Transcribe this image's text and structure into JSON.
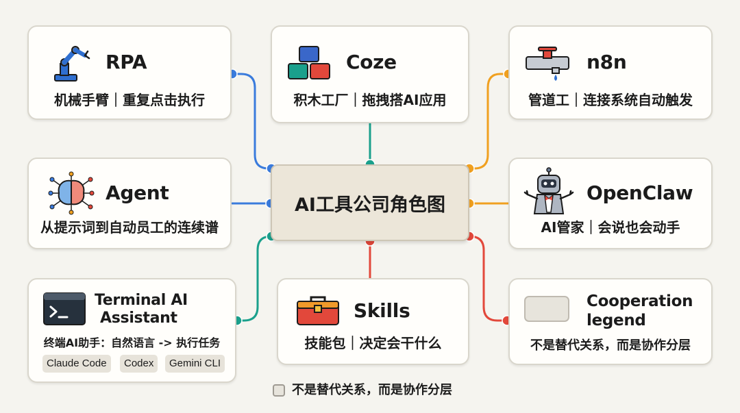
{
  "center": {
    "label": "AI工具公司角色图"
  },
  "cards": {
    "rpa": {
      "title": "RPA",
      "sub": "机械手臂｜重复点击执行"
    },
    "coze": {
      "title": "Coze",
      "sub": "积木工厂｜拖拽搭AI应用"
    },
    "n8n": {
      "title": "n8n",
      "sub": "管道工｜连接系统自动触发"
    },
    "agent": {
      "title": "Agent",
      "sub": "从提示词到自动员工的连续谱"
    },
    "openclaw": {
      "title": "OpenClaw",
      "sub": "AI管家｜会说也会动手"
    },
    "terminal": {
      "title_line1": "Terminal AI",
      "title_line2": "Assistant",
      "sub": "终端AI助手：自然语言 -> 执行任务",
      "tags": [
        "Claude Code",
        "Codex",
        "Gemini CLI"
      ]
    },
    "skills": {
      "title": "Skills",
      "sub": "技能包｜决定会干什么"
    },
    "legend": {
      "title_line1": "Cooperation",
      "title_line2": "legend",
      "sub": "不是替代关系，而是协作分层"
    }
  },
  "footer_legend": {
    "text": "不是替代关系，而是协作分层"
  },
  "colors": {
    "blue": "#3a7bdc",
    "teal": "#1aa08c",
    "orange": "#f0a020",
    "red": "#e2483b",
    "card_border": "#d9d6cc",
    "center_fill": "#ece6d9"
  }
}
